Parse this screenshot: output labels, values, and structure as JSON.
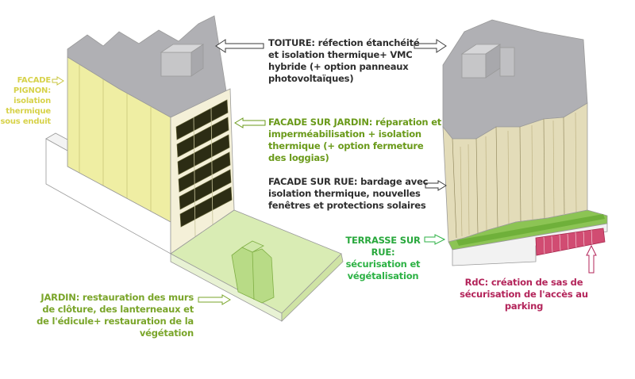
{
  "colors": {
    "pignon": "#efeea3",
    "garden": "#d9ecb4",
    "roof": "#b0b0b4",
    "street_facade": "#e3dcb9",
    "terrace": "#8cc454",
    "parking": "#d14c72",
    "label_dark": "#2e2e2e",
    "label_green": "#6a9a1a",
    "label_terrace": "#2db245",
    "label_pignon": "#d7d24a",
    "label_rdc": "#b3245a"
  },
  "labels": {
    "pignon": {
      "title": "FACADE PIGNON:",
      "text": "isolation thermique sous enduit"
    },
    "toiture": {
      "title": "TOITURE:",
      "text": "réfection étanchéité et isolation thermique+ VMC hybride (+ option panneaux photovoltaïques)"
    },
    "facade_jardin": {
      "title": "FACADE SUR JARDIN:",
      "text": "réparation et imperméabilisation + isolation thermique (+ option fermeture des loggias)"
    },
    "facade_rue": {
      "title": "FACADE SUR RUE:",
      "text": "bardage avec isolation thermique, nouvelles fenêtres et protections solaires"
    },
    "terrasse": {
      "title": "TERRASSE SUR RUE:",
      "text": "sécurisation et végétalisation"
    },
    "jardin": {
      "title": "JARDIN:",
      "text": "restauration des murs de clôture, des lanterneaux et de l'édicule+ restauration de la végétation"
    },
    "rdc": {
      "title": "RdC:",
      "text": "création de sas de sécurisation de l'accès au parking"
    }
  }
}
